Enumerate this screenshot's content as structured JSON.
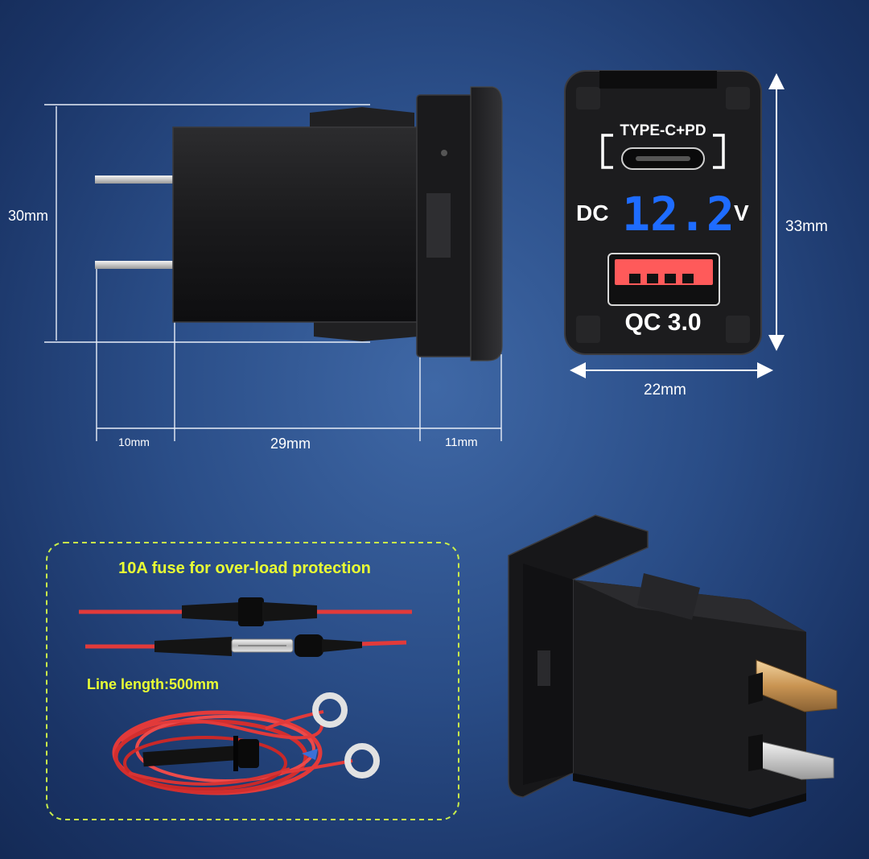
{
  "dimensions": {
    "height_side": "30mm",
    "height_front": "33mm",
    "width_front": "22mm",
    "depth_pins": "10mm",
    "depth_body": "29mm",
    "depth_flange": "11mm"
  },
  "front_panel": {
    "typec_label": "TYPE-C+PD",
    "dc_label": "DC",
    "voltage": "12.2",
    "unit": "V",
    "qc_label": "QC 3.0",
    "display_color": "#1e6cff",
    "usb_port_color": "#ff5a5a"
  },
  "wiring": {
    "fuse_note": "10A fuse for over-load protection",
    "length_note": "Line length:500mm",
    "note_color": "#e9ff34",
    "border_color": "#c9ef4a",
    "wire_color": "#e23a3a"
  }
}
